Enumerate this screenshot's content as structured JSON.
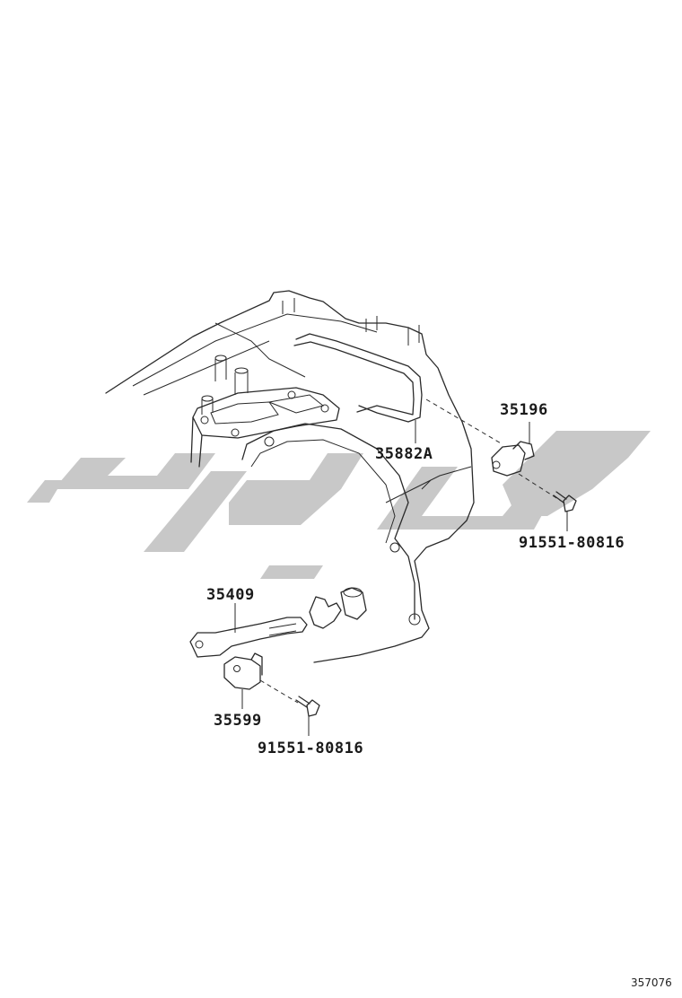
{
  "diagram_id": "357076",
  "watermark_color": "#c8c8c8",
  "labels": {
    "part_35196": "35196",
    "part_35882a": "35882A",
    "part_91551_right": "91551-80816",
    "part_35409": "35409",
    "part_35599": "35599",
    "part_91551_left": "91551-80816"
  }
}
